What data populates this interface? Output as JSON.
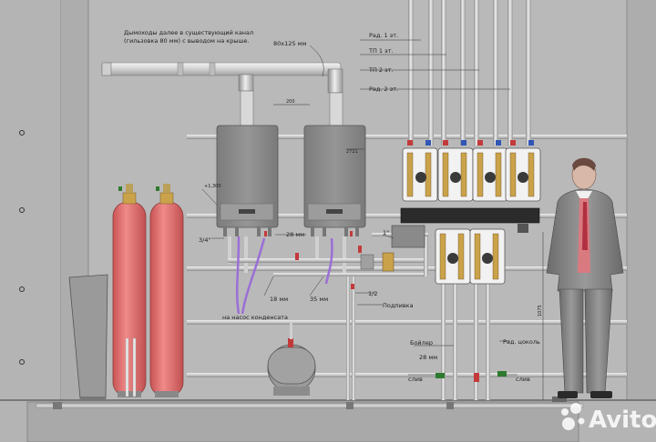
{
  "notes": {
    "flue_line1": "Дымоходы далее в существующий канал",
    "flue_line2": "(гильзовка 80 мм) с выводом на крыше.",
    "flue_size": "80х125 мм",
    "dim_200": "200",
    "level": "+1,300",
    "dim_2721": "2721",
    "pipe_34": "3/4\"",
    "pipe_28": "28 мм",
    "pipe_1": "1\"",
    "pipe_18": "18 мм",
    "pipe_35": "35 мм",
    "pipe_12": "1/2",
    "feed": "Подпивка",
    "condensate": "на насос конденсата",
    "boiler": "Бойлер",
    "boiler_28": "28 мм",
    "drain_left": "слив",
    "drain_right": "слив",
    "rad_basement": "Рад. цоколь",
    "height": "1075",
    "watermark": "Avito"
  },
  "risers": {
    "rad1": "Рад. 1 эт.",
    "tp1": "ТП 1 эт.",
    "tp2": "ТП 2 эт.",
    "rad2": "Рад. 2 эт."
  },
  "colors": {
    "wall": "#b9b9b9",
    "pipe": "#d4d4d4",
    "boiler": "#8a8a8a",
    "tank": "#e07070",
    "pump_frame": "#f2f2f2",
    "brass": "#c9a24a",
    "purple": "#9b6fd6",
    "collector": "#2b2b2b"
  }
}
